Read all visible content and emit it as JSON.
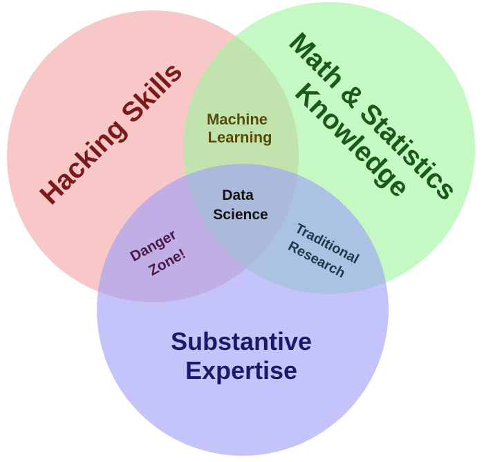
{
  "diagram": {
    "circles": {
      "hacking": {
        "label": "Hacking Skills",
        "fill": "#f4a3a3",
        "text_color": "#7a1a1a"
      },
      "math": {
        "label_line1": "Math & Statistics",
        "label_line2": "Knowledge",
        "fill": "#9cf59c",
        "text_color": "#1a5a1a"
      },
      "substantive": {
        "label_line1": "Substantive",
        "label_line2": "Expertise",
        "fill": "#9c9cf6",
        "text_color": "#1a1a6a"
      }
    },
    "intersections": {
      "machine_learning": {
        "line1": "Machine",
        "line2": "Learning",
        "text_color": "#5a4a0a"
      },
      "data_science": {
        "line1": "Data",
        "line2": "Science",
        "text_color": "#111111"
      },
      "danger_zone": {
        "line1": "Danger",
        "line2": "Zone!",
        "text_color": "#4a1a4a"
      },
      "traditional_research": {
        "line1": "Traditional",
        "line2": "Research",
        "text_color": "#1a3a4a"
      }
    }
  }
}
